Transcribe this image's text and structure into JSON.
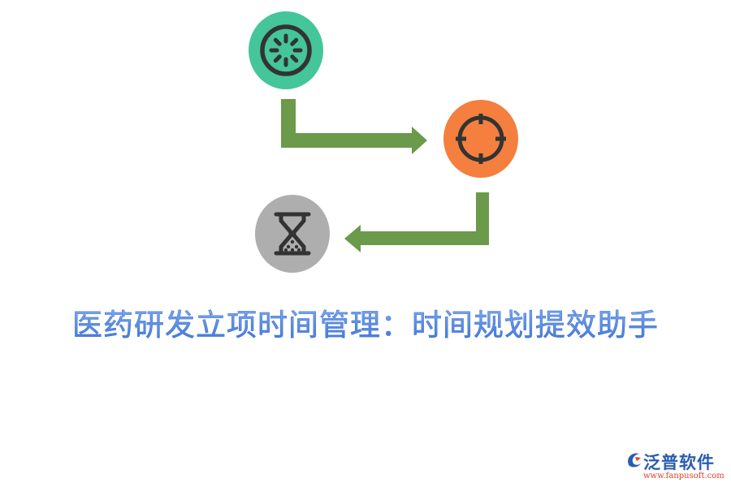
{
  "title": "医药研发立项时间管理：时间规划提效助手",
  "logo": {
    "name": "泛普软件",
    "url": "www.fanpusoft.com"
  },
  "nodes": [
    {
      "id": "green",
      "icon": "loading-dial-icon",
      "color": "#45C59A"
    },
    {
      "id": "orange",
      "icon": "crosshair-target-icon",
      "color": "#F47F3F"
    },
    {
      "id": "gray",
      "icon": "hourglass-icon",
      "color": "#AEAEAE"
    }
  ],
  "colors": {
    "arrow": "#6A9A4A",
    "icon_stroke": "#333333",
    "title_gradient_top": "#8CB4F0",
    "title_gradient_bottom": "#3E73D6",
    "logo_name": "#2A5DB0",
    "logo_url": "#E04020"
  }
}
